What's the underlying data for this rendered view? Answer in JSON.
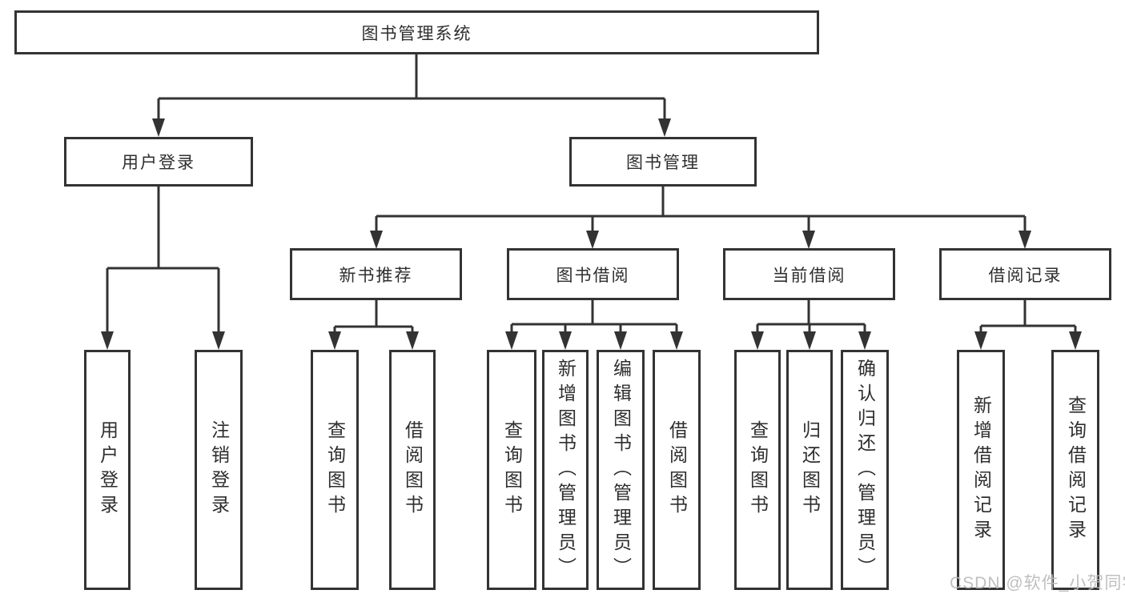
{
  "diagram": {
    "type": "hierarchy-tree",
    "nodes": {
      "root": {
        "label": "图书管理系统"
      },
      "user_login": {
        "label": "用户登录"
      },
      "book_mgmt": {
        "label": "图书管理"
      },
      "new_book_rec": {
        "label": "新书推荐"
      },
      "book_borrow": {
        "label": "图书借阅"
      },
      "current_borrow": {
        "label": "当前借阅"
      },
      "borrow_record": {
        "label": "借阅记录"
      },
      "leaf_user_login": {
        "label": "用户登录"
      },
      "leaf_logout": {
        "label": "注销登录"
      },
      "leaf_query_book_rec": {
        "label": "查询图书"
      },
      "leaf_borrow_book_rec": {
        "label": "借阅图书"
      },
      "leaf_query_book_borrow": {
        "label": "查询图书"
      },
      "leaf_add_book": {
        "label": "新增图书（管理员）"
      },
      "leaf_edit_book": {
        "label": "编辑图书（管理员）"
      },
      "leaf_borrow_book": {
        "label": "借阅图书"
      },
      "leaf_query_book_current": {
        "label": "查询图书"
      },
      "leaf_return_book": {
        "label": "归还图书"
      },
      "leaf_confirm_return": {
        "label": "确认归还（管理员）"
      },
      "leaf_add_borrow_record": {
        "label": "新增借阅记录"
      },
      "leaf_query_borrow_record": {
        "label": "查询借阅记录"
      }
    },
    "structure": {
      "图书管理系统": {
        "用户登录": [
          "用户登录",
          "注销登录"
        ],
        "图书管理": {
          "新书推荐": [
            "查询图书",
            "借阅图书"
          ],
          "图书借阅": [
            "查询图书",
            "新增图书（管理员）",
            "编辑图书（管理员）",
            "借阅图书"
          ],
          "当前借阅": [
            "查询图书",
            "归还图书",
            "确认归还（管理员）"
          ],
          "借阅记录": [
            "新增借阅记录",
            "查询借阅记录"
          ]
        }
      }
    },
    "colors": {
      "line": "#333333",
      "box_border": "#333333",
      "text": "#2e2e2e",
      "background": "#ffffff",
      "watermark": "#bababa"
    }
  },
  "watermark": {
    "text": "CSDN @软件_小贺同学"
  }
}
